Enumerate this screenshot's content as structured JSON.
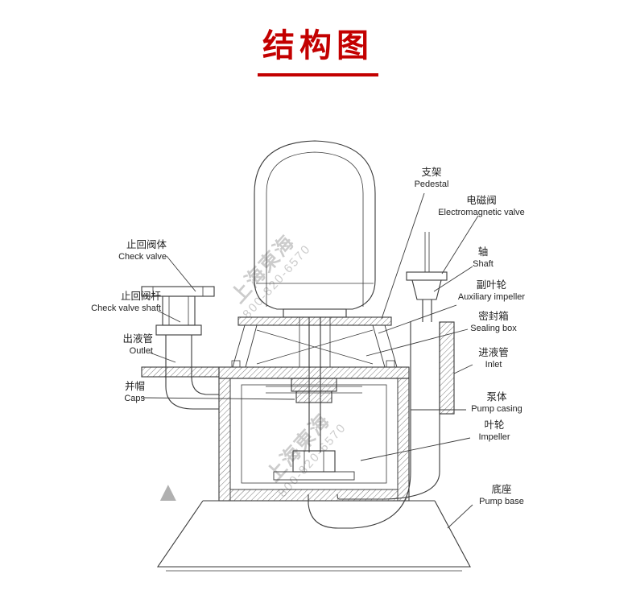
{
  "title": "结构图",
  "colors": {
    "title_red": "#c30000",
    "line": "#3a3a3a",
    "watermark_gray": "#9a9a9a"
  },
  "watermark": {
    "company": "上海東海",
    "phone": "800-820-6570"
  },
  "icons": {
    "watermark_logo": "▲"
  },
  "labels": {
    "check_valve": {
      "zh": "止回阀体",
      "en": "Check valve"
    },
    "check_valve_shaft": {
      "zh": "止回阀杆",
      "en": "Check valve shaft"
    },
    "outlet": {
      "zh": "出液管",
      "en": "Outlet"
    },
    "caps": {
      "zh": "并帽",
      "en": "Caps"
    },
    "pedestal": {
      "zh": "支架",
      "en": "Pedestal"
    },
    "electromagnetic_valve": {
      "zh": "电磁阀",
      "en": "Electromagnetic valve"
    },
    "shaft": {
      "zh": "轴",
      "en": "Shaft"
    },
    "auxiliary_impeller": {
      "zh": "副叶轮",
      "en": "Auxiliary impeller"
    },
    "sealing_box": {
      "zh": "密封箱",
      "en": "Sealing box"
    },
    "inlet": {
      "zh": "进液管",
      "en": "Inlet"
    },
    "pump_casing": {
      "zh": "泵体",
      "en": "Pump casing"
    },
    "impeller": {
      "zh": "叶轮",
      "en": "Impeller"
    },
    "pump_base": {
      "zh": "底座",
      "en": "Pump base"
    }
  }
}
